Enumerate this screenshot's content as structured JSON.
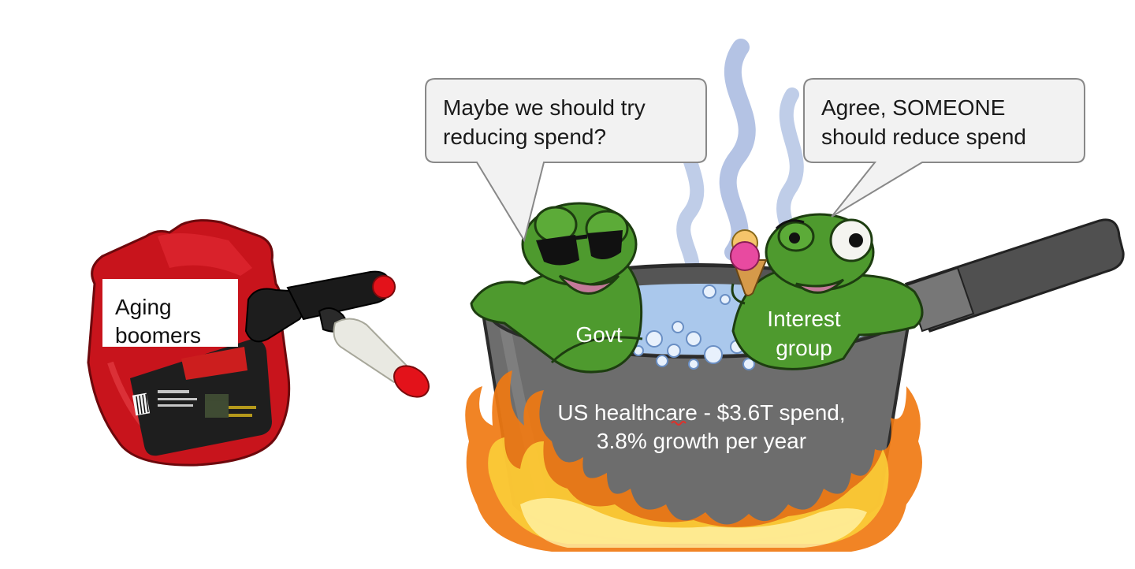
{
  "gas_can": {
    "label": "Aging\nboomers",
    "icon": "gas-can-icon",
    "colors": {
      "can": "#c8141c",
      "spout": "#1d1d1d",
      "nozzle": "#e9e9e2",
      "cap": "#e3121a"
    }
  },
  "speech_bubbles": [
    {
      "line1": "Maybe we should try",
      "line2": "reducing spend?"
    },
    {
      "line1": "Agree, SOMEONE",
      "line2": "should reduce spend"
    }
  ],
  "frogs": [
    {
      "label": "Govt",
      "icon": "frog-with-sunglasses-icon"
    },
    {
      "label_line1": "Interest",
      "label_line2": "group",
      "icon": "frog-with-ice-cream-icon"
    }
  ],
  "pot": {
    "caption_line1": "US healthcare - $3.6T spend,",
    "caption_line2": "3.8% growth per year",
    "icon": "cooking-pot-icon"
  },
  "colors": {
    "frog": "#4e9a2e",
    "pot": "#6d6d6d",
    "water": "#aac8ec",
    "flame_outer": "#f07a12",
    "flame_inner": "#fcd23a",
    "steam": "#a7b9df",
    "bubble_fill": "#f2f2f2",
    "bubble_stroke": "#888888"
  }
}
